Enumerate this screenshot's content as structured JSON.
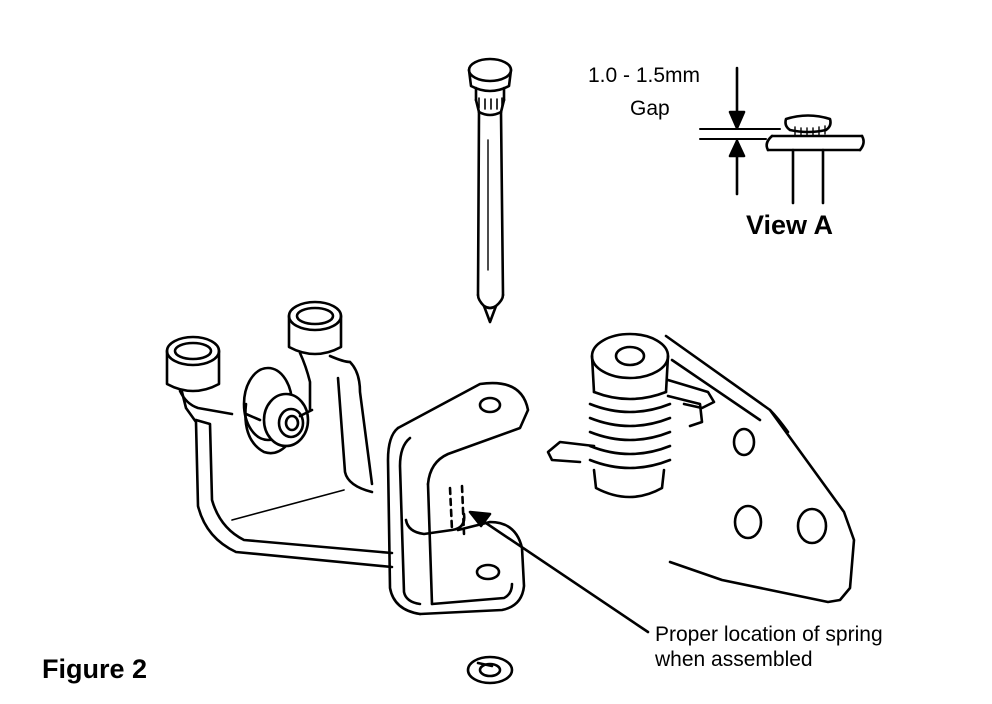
{
  "labels": {
    "gap_measure": "1.0 - 1.5mm",
    "gap_word": "Gap",
    "view": "View A",
    "callout_line1": "Proper location of spring",
    "callout_line2": "when assembled",
    "figure": "Figure 2"
  },
  "colors": {
    "ink": "#000000",
    "paper": "#ffffff"
  }
}
